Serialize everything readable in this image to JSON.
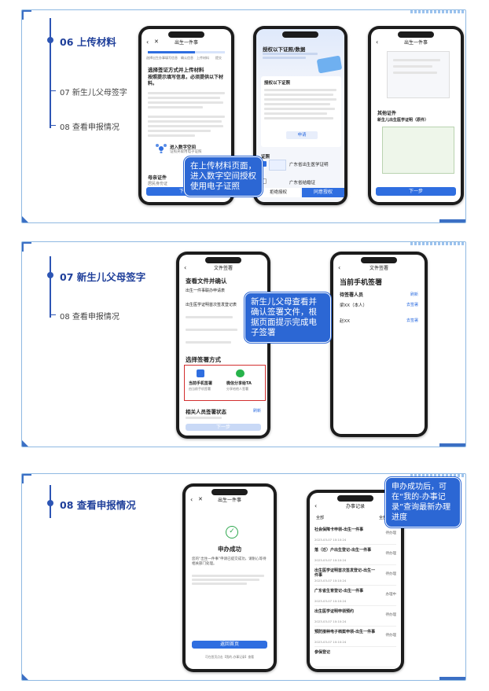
{
  "sections": [
    {
      "active_step": "06 上传材料",
      "steps": [
        "07 新生儿父母签字",
        "08 查看申报情况"
      ],
      "callout": "在上传材料页面，进入数字空间授权使用电子证照",
      "phone1": {
        "nav_title": "出生一件事",
        "progress": [
          "选择出生办事",
          "填写信息",
          "确认信息",
          "上传材料",
          "提交"
        ],
        "heading": "选择签证方式并上传材料",
        "instruction": "按照提示填写信息，必须提供以下材料。",
        "digital_space": "进入数字空间",
        "digital_space_sub": "证照夹取用电子证照",
        "section_label": "母亲证件",
        "id_label": "居民身份证",
        "next": "下一步"
      },
      "phone2": {
        "heading": "授权以下证照/数据",
        "authorize": "授权以下证照",
        "cert_label": "证照",
        "cert_name": "广东省出生医学证明",
        "cert2": "广东省结婚证",
        "confirm": "申请",
        "cancel": "拒绝授权",
        "ok": "同意授权"
      },
      "phone3": {
        "nav_title": "出生一件事",
        "other_label": "其他证件",
        "other_item": "新生儿出生医学证明（原件）",
        "next": "下一步"
      }
    },
    {
      "active_step": "07 新生儿父母签字",
      "steps": [
        "08 查看申报情况"
      ],
      "callout": "新生儿父母查看并确认签署文件，根据页面提示完成电子签署",
      "phone1": {
        "nav_title": "文件签署",
        "heading": "查看文件并确认",
        "doc1": "出生一件事联办申请表",
        "doc2": "出生医学证明首次签发登记表",
        "method_heading": "选择签署方式",
        "opt1": "当前手机签署",
        "opt1_sub": "由当前手机签署",
        "opt2": "微信分享给TA",
        "opt2_sub": "分享给他人签署",
        "status_heading": "相关人员签署状态",
        "refresh": "刷新",
        "btn": "下一步"
      },
      "phone2": {
        "nav_title": "文件签署",
        "heading": "当前手机签署",
        "pending": "待签署人员",
        "refresh": "刷新",
        "person1": "梁XX（本人）",
        "person2": "赵XX",
        "action": "去签署"
      }
    },
    {
      "active_step": "08 查看申报情况",
      "callout": "申办成功后，可在“我的-办事记录”查询最新办理进度",
      "phone1": {
        "nav_title": "出生一件事",
        "success": "申办成功",
        "desc": "您的“出生一件事”申请已提交成功，请耐心等待相关部门处理。",
        "button": "返回首页",
        "footer": "可在首页点击【我的-办事记录】查看"
      },
      "phone2": {
        "nav_title": "办事记录",
        "filter_left": "全部",
        "filter_right": "全部状态",
        "records": [
          {
            "title": "社会保障卡申领-出生一件事",
            "date": "2023-03-07 10:10:24",
            "status": "待办理"
          },
          {
            "title": "落（迁）户出生登记-出生一件事",
            "date": "2023-03-07 10:10:24",
            "status": "待办理"
          },
          {
            "title": "出生医学证明首次签发登记-出生一件事",
            "date": "2023-03-07 10:10:24",
            "status": "待办理"
          },
          {
            "title": "广东省生育登记-出生一件事",
            "date": "2023-03-07 10:10:24",
            "status": "办理中"
          },
          {
            "title": "出生医学证明申领预约",
            "date": "2023-03-07 10:10:24",
            "status": "待办理"
          },
          {
            "title": "预防接种电子档案申领-出生一件事",
            "date": "2023-03-07 10:10:24",
            "status": "待办理"
          },
          {
            "title": "参保登记",
            "date": "",
            "status": ""
          }
        ]
      }
    }
  ],
  "colors": {
    "accent": "#2c67d4",
    "step": "#1f3f9a",
    "border": "#8fb9e2"
  }
}
